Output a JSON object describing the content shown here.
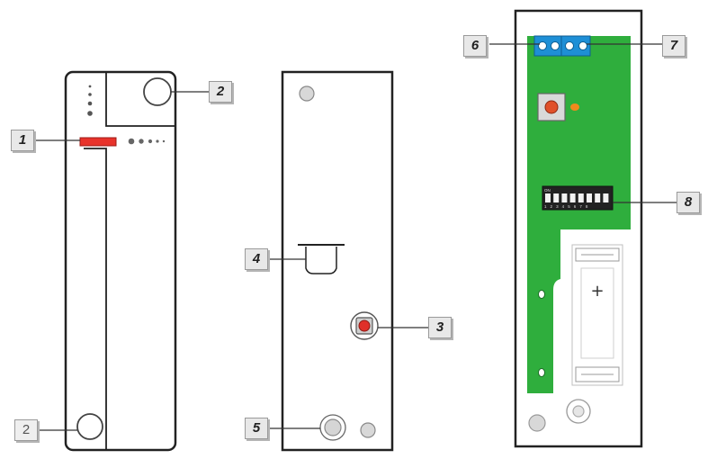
{
  "callouts": {
    "c1": "1",
    "c2a": "2",
    "c2b": "2",
    "c3": "3",
    "c4": "4",
    "c5": "5",
    "c6": "6",
    "c7": "7",
    "c8": "8"
  },
  "pcb": {
    "dip_switch_header": "ON",
    "dip_switch_numbers": "1 2 3 4 5 6 7 8"
  },
  "colors": {
    "led_red": "#e8332b",
    "pcb_green": "#2fae3d",
    "terminal_blue": "#1e8fd6",
    "button_red": "#e0502a",
    "outline": "#222222"
  }
}
